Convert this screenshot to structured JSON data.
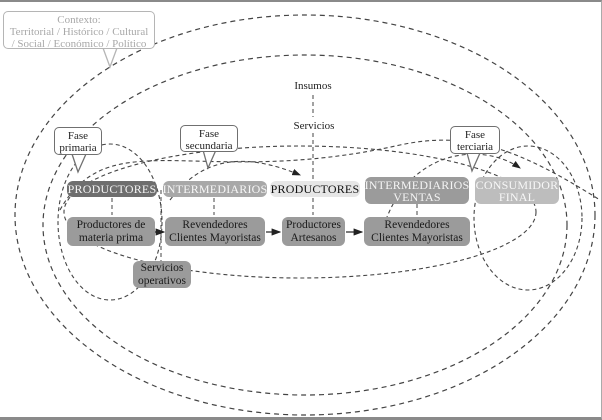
{
  "context_bubble": {
    "title": "Contexto:",
    "line1": "Territorial / Histórico / Cultural",
    "line2": "/ Social / Económico / Político"
  },
  "inputs": {
    "insumos": "Insumos",
    "servicios": "Servicios"
  },
  "phases": [
    {
      "line1": "Fase",
      "line2": "primaria"
    },
    {
      "line1": "Fase",
      "line2": "secundaria"
    },
    {
      "line1": "Fase",
      "line2": "terciaria"
    }
  ],
  "categories": [
    {
      "line1": "PRODUCTORES",
      "line2": ""
    },
    {
      "line1": "INTERMEDIARIOS",
      "line2": ""
    },
    {
      "line1": "PRODUCTORES",
      "line2": ""
    },
    {
      "line1": "INTERMEDIARIOS",
      "line2": "VENTAS"
    },
    {
      "line1": "CONSUMIDOR",
      "line2": "FINAL"
    }
  ],
  "actors": [
    {
      "line1": "Productores de",
      "line2": "materia prima"
    },
    {
      "line1": "Revendedores",
      "line2": "Clientes Mayoristas"
    },
    {
      "line1": "Productores",
      "line2": "Artesanos"
    },
    {
      "line1": "Revendedores",
      "line2": "Clientes Mayoristas"
    }
  ],
  "support": {
    "line1": "Servicios",
    "line2": "operativos"
  },
  "colors": {
    "dark": "#6e6e6e",
    "mid": "#a8a8a8",
    "pale": "#e6e6e6",
    "grey": "#9b9b9b",
    "light": "#bdbdbd",
    "dash": "#444444"
  }
}
